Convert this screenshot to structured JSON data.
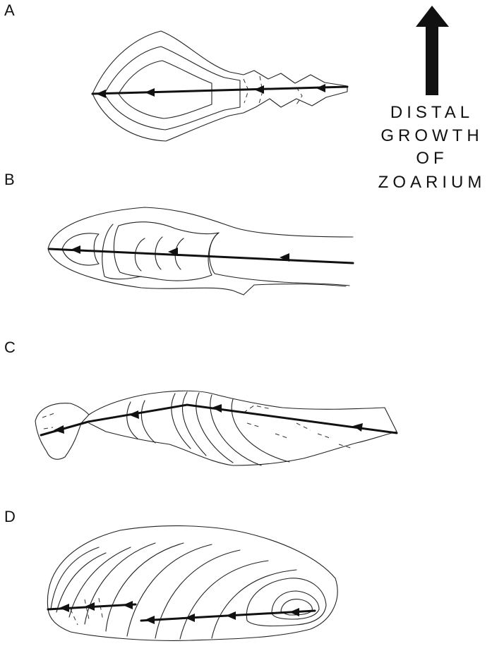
{
  "panels": [
    {
      "letter": "A"
    },
    {
      "letter": "B"
    },
    {
      "letter": "C"
    },
    {
      "letter": "D"
    }
  ],
  "legend": {
    "lines": [
      "DISTAL",
      "GROWTH",
      "OF",
      "ZOARIUM"
    ],
    "arrow_direction": "up"
  }
}
